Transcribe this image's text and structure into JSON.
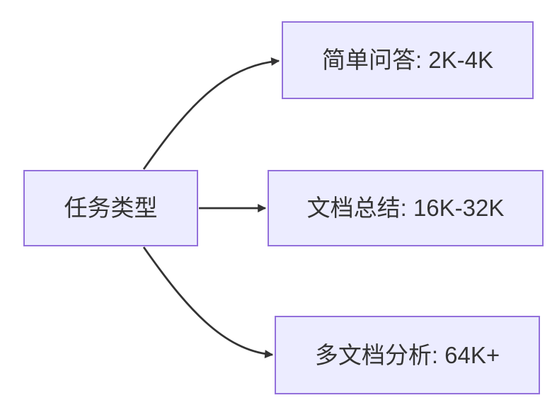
{
  "diagram": {
    "type": "flowchart",
    "direction": "left-to-right",
    "colors": {
      "background": "#ffffff",
      "node_fill": "#ECECFF",
      "node_border": "#9370DB",
      "edge_color": "#333333",
      "text_color": "#333333"
    },
    "root": {
      "id": "task-type",
      "label": "任务类型"
    },
    "children": [
      {
        "id": "simple-qa",
        "label": "简单问答: 2K-4K"
      },
      {
        "id": "doc-summary",
        "label": "文档总结: 16K-32K"
      },
      {
        "id": "multi-doc-analysis",
        "label": "多文档分析: 64K+"
      }
    ],
    "edges": [
      {
        "from": "task-type",
        "to": "simple-qa"
      },
      {
        "from": "task-type",
        "to": "doc-summary"
      },
      {
        "from": "task-type",
        "to": "multi-doc-analysis"
      }
    ]
  }
}
